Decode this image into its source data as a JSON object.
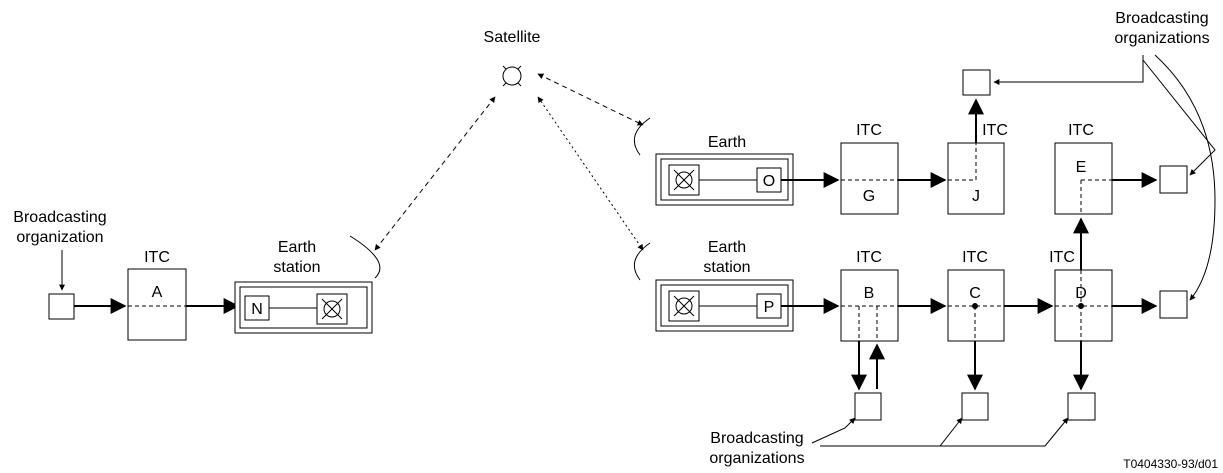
{
  "labels": {
    "satellite": "Satellite",
    "broadcasting_organization": "Broadcasting organization",
    "broadcasting_organizations": "Broadcasting organizations",
    "itc": "ITC",
    "earth_station": "Earth station",
    "figure_id": "T0404330-93/d01"
  },
  "nodes": {
    "A": "A",
    "B": "B",
    "C": "C",
    "D": "D",
    "E": "E",
    "G": "G",
    "J": "J",
    "N": "N",
    "O": "O",
    "P": "P"
  }
}
